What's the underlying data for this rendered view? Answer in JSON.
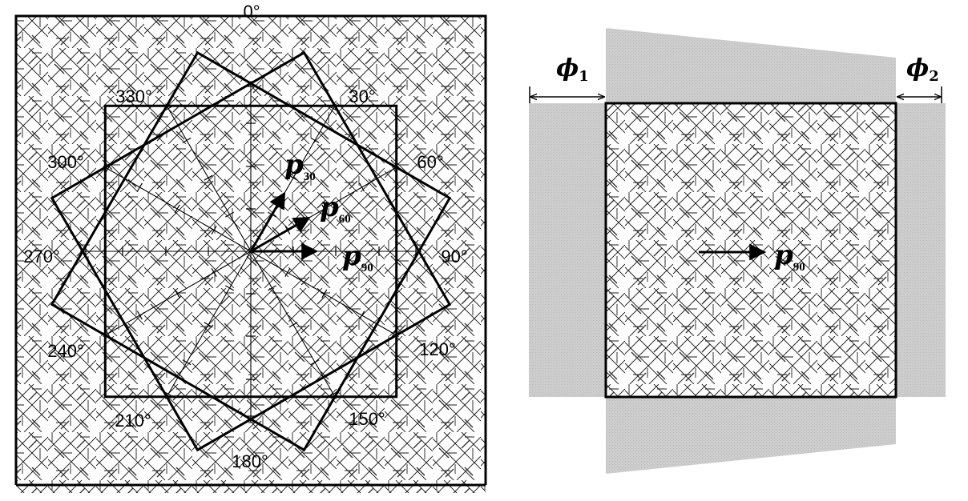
{
  "left_panel": {
    "angle_labels": [
      "0°",
      "30°",
      "60°",
      "90°",
      "120°",
      "150°",
      "180°",
      "210°",
      "240°",
      "270°",
      "300°",
      "330°"
    ],
    "vectors": [
      {
        "letter": "p",
        "subscript": "30",
        "angle_deg": 30
      },
      {
        "letter": "p",
        "subscript": "60",
        "angle_deg": 60
      },
      {
        "letter": "p",
        "subscript": "90",
        "angle_deg": 90
      }
    ]
  },
  "right_panel": {
    "phi1": {
      "symbol": "ϕ",
      "subscript": "1"
    },
    "phi2": {
      "symbol": "ϕ",
      "subscript": "2"
    },
    "vector": {
      "letter": "p",
      "subscript": "90"
    }
  },
  "colors": {
    "ink": "#000000",
    "boundary_fill": "#c8c8c8",
    "background": "#ffffff"
  }
}
